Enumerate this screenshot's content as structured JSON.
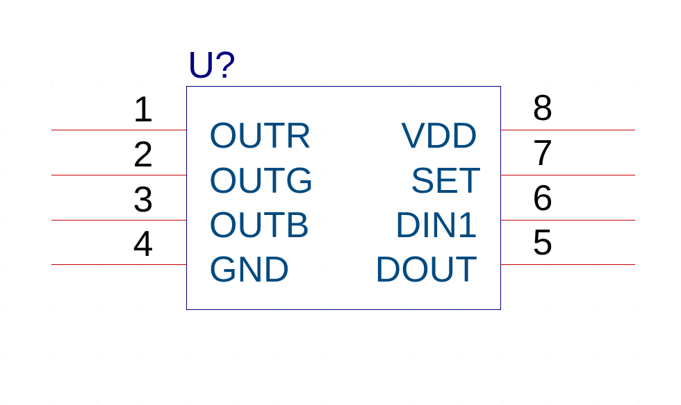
{
  "component": {
    "reference": "U?",
    "colors": {
      "outline": "#000080",
      "reference_text": "#000080",
      "pin_name_text": "#004a80",
      "pin_line": "#c40000",
      "pin_number_text": "#000000",
      "grid_dot": "#d0d0d0"
    },
    "left_pins": [
      {
        "number": "1",
        "name": "OUTR"
      },
      {
        "number": "2",
        "name": "OUTG"
      },
      {
        "number": "3",
        "name": "OUTB"
      },
      {
        "number": "4",
        "name": "GND"
      }
    ],
    "right_pins": [
      {
        "number": "8",
        "name": "VDD"
      },
      {
        "number": "7",
        "name": "SET"
      },
      {
        "number": "6",
        "name": "DIN1"
      },
      {
        "number": "5",
        "name": "DOUT"
      }
    ]
  }
}
